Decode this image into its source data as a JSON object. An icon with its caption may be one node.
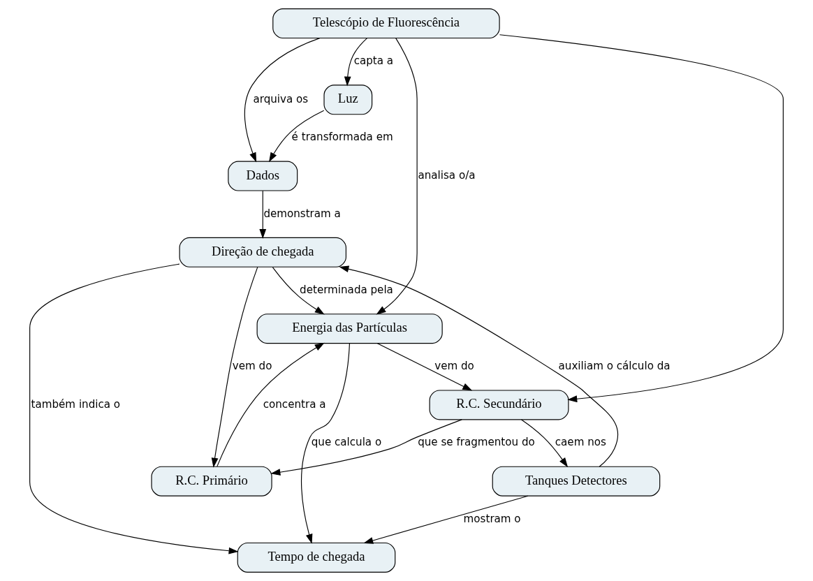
{
  "diagram": {
    "nodes": [
      {
        "text": [
          "Direção de chegada"
        ]
      },
      {
        "text": [
          "Energia das Partículas"
        ]
      },
      {
        "text": [
          "Tempo de chegada"
        ]
      },
      {
        "text": [
          "R.C. Secundário"
        ]
      },
      {
        "text": [
          "R.C. Primário"
        ]
      },
      {
        "text": [
          "Tanques Detectores"
        ]
      },
      {
        "text": [
          "Telescópio de Fluorescência"
        ]
      },
      {
        "text": [
          "Luz"
        ]
      },
      {
        "text": [
          "Dados"
        ]
      }
    ],
    "edges": [
      {
        "from": 0,
        "to": 1,
        "arrow": "to",
        "label": "determinada pela"
      },
      {
        "from": 0,
        "to": 2,
        "arrow": "to",
        "label": "também indica o"
      },
      {
        "from": 1,
        "to": 2,
        "arrow": "to",
        "label": "que calcula o"
      },
      {
        "from": 1,
        "to": 3,
        "arrow": "to",
        "label": "vem do"
      },
      {
        "from": 4,
        "to": 1,
        "arrow": "to",
        "label": "concentra a"
      },
      {
        "from": 0,
        "to": 4,
        "arrow": "to",
        "label": "vem do"
      },
      {
        "from": 3,
        "to": 4,
        "arrow": "to",
        "label": "que se fragmentou do"
      },
      {
        "from": 3,
        "to": 5,
        "arrow": "to",
        "label": "caem nos"
      },
      {
        "from": 5,
        "to": 0,
        "arrow": "to",
        "label": "auxiliam o cálculo da"
      },
      {
        "from": 5,
        "to": 2,
        "arrow": "to",
        "label": "mostram o"
      },
      {
        "from": 6,
        "to": 1,
        "arrow": "to",
        "label": "analisa o/a"
      },
      {
        "from": 6,
        "to": 3,
        "arrow": "to"
      },
      {
        "from": 6,
        "to": 7,
        "arrow": "to",
        "label": "capta a"
      },
      {
        "from": 6,
        "to": 8,
        "arrow": "to",
        "label": "arquiva os"
      },
      {
        "from": 7,
        "to": 8,
        "arrow": "to",
        "label": "é transformada em"
      },
      {
        "from": 8,
        "to": 0,
        "arrow": "to",
        "label": "demonstram a"
      }
    ]
  }
}
